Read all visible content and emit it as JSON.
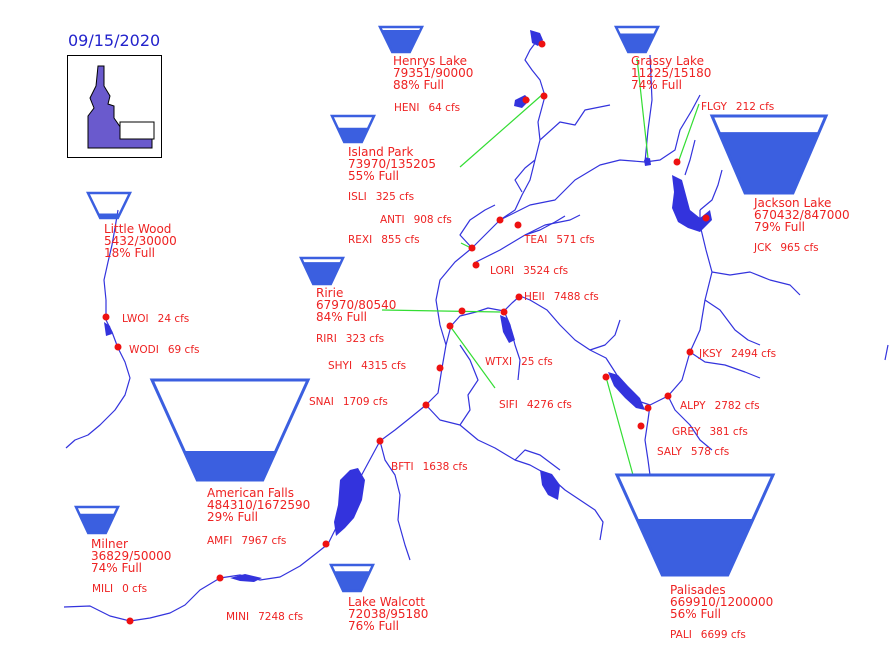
{
  "date": "09/15/2020",
  "colors": {
    "river": "#3333dd",
    "water": "#3b5fe0",
    "link": "#33dd33",
    "label": "#ee2222",
    "station": "#ee1111",
    "state_fill": "#6a5acd"
  },
  "reservoirs": [
    {
      "id": "henrys",
      "name": "Henrys Lake",
      "storage": "79351/90000",
      "pct_text": "88% Full",
      "fill": 0.88
    },
    {
      "id": "grassy",
      "name": "Grassy Lake",
      "storage": "11225/15180",
      "pct_text": "74% Full",
      "fill": 0.74
    },
    {
      "id": "island-park",
      "name": "Island Park",
      "storage": "73970/135205",
      "pct_text": "55% Full",
      "fill": 0.55
    },
    {
      "id": "jackson",
      "name": "Jackson Lake",
      "storage": "670432/847000",
      "pct_text": "79% Full",
      "fill": 0.79
    },
    {
      "id": "little-wood",
      "name": "Little Wood",
      "storage": "5432/30000",
      "pct_text": "18% Full",
      "fill": 0.18
    },
    {
      "id": "ririe",
      "name": "Ririe",
      "storage": "67970/80540",
      "pct_text": "84% Full",
      "fill": 0.84
    },
    {
      "id": "american-falls",
      "name": "American Falls",
      "storage": "484310/1672590",
      "pct_text": "29% Full",
      "fill": 0.29
    },
    {
      "id": "milner",
      "name": "Milner",
      "storage": "36829/50000",
      "pct_text": "74% Full",
      "fill": 0.74
    },
    {
      "id": "lake-walcott",
      "name": "Lake Walcott",
      "storage": "72038/95180",
      "pct_text": "76% Full",
      "fill": 0.76
    },
    {
      "id": "palisades",
      "name": "Palisades",
      "storage": "669910/1200000",
      "pct_text": "56% Full",
      "fill": 0.56
    }
  ],
  "stations": [
    {
      "code": "HENI",
      "flow": "64 cfs"
    },
    {
      "code": "FLGY",
      "flow": "212 cfs"
    },
    {
      "code": "ISLI",
      "flow": "325 cfs"
    },
    {
      "code": "ANTI",
      "flow": "908 cfs"
    },
    {
      "code": "REXI",
      "flow": "855 cfs"
    },
    {
      "code": "TEAI",
      "flow": "571 cfs"
    },
    {
      "code": "JCK",
      "flow": "965 cfs"
    },
    {
      "code": "LORI",
      "flow": "3524 cfs"
    },
    {
      "code": "HEII",
      "flow": "7488 cfs"
    },
    {
      "code": "LWOI",
      "flow": "24 cfs"
    },
    {
      "code": "RIRI",
      "flow": "323 cfs"
    },
    {
      "code": "WODI",
      "flow": "69 cfs"
    },
    {
      "code": "SHYI",
      "flow": "4315 cfs"
    },
    {
      "code": "WTXI",
      "flow": "25 cfs"
    },
    {
      "code": "JKSY",
      "flow": "2494 cfs"
    },
    {
      "code": "SNAI",
      "flow": "1709 cfs"
    },
    {
      "code": "SIFI",
      "flow": "4276 cfs"
    },
    {
      "code": "ALPY",
      "flow": "2782 cfs"
    },
    {
      "code": "GREY",
      "flow": "381 cfs"
    },
    {
      "code": "BFTI",
      "flow": "1638 cfs"
    },
    {
      "code": "SALY",
      "flow": "578 cfs"
    },
    {
      "code": "AMFI",
      "flow": "7967 cfs"
    },
    {
      "code": "MILI",
      "flow": "0 cfs"
    },
    {
      "code": "MINI",
      "flow": "7248 cfs"
    },
    {
      "code": "PALI",
      "flow": "6699 cfs"
    }
  ]
}
